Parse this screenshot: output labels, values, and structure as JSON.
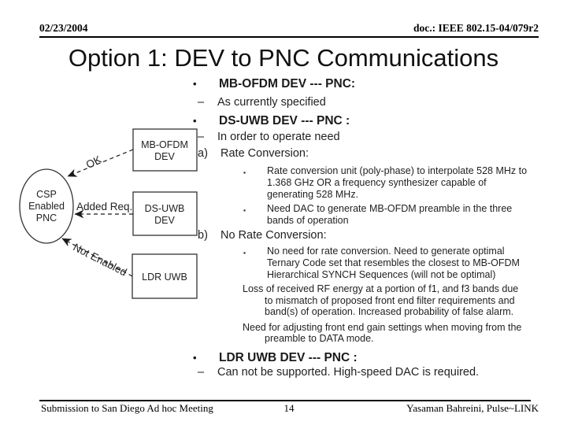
{
  "header": {
    "date": "02/23/2004",
    "doc": "doc.: IEEE 802.15-04/079r2"
  },
  "title": "Option 1: DEV to PNC Communications",
  "diagram": {
    "ellipse": {
      "lines": [
        "CSP",
        "Enabled",
        "PNC"
      ]
    },
    "boxes": [
      {
        "lines": [
          "MB-OFDM",
          "DEV"
        ]
      },
      {
        "lines": [
          "DS-UWB",
          "DEV"
        ]
      },
      {
        "lines": [
          "LDR UWB"
        ]
      }
    ],
    "arrow_labels": [
      "OK",
      "Added Req.",
      "Not Enabled"
    ]
  },
  "content": {
    "items": [
      {
        "marker": "•",
        "text": "MB-OFDM DEV --- PNC:"
      },
      {
        "marker": "–",
        "text": "As currently specified"
      },
      {
        "marker": "•",
        "text": "DS-UWB DEV --- PNC :"
      },
      {
        "marker": "–",
        "text": "In order to operate need"
      },
      {
        "marker": "a)",
        "text": "Rate Conversion:"
      },
      {
        "marker": "▪",
        "text": "Rate conversion unit (poly-phase) to interpolate 528 MHz to\n1.368 GHz OR a frequency synthesizer capable of\ngenerating 528 MHz."
      },
      {
        "marker": "▪",
        "text": "Need DAC to generate MB-OFDM preamble in the three\nbands of operation"
      },
      {
        "marker": "b)",
        "text": "No Rate Conversion:"
      },
      {
        "marker": "▪",
        "text": "No need for rate conversion. Need to generate optimal\nTernary Code set that resembles the closest to MB-OFDM\nHierarchical SYNCH Sequences (will not be optimal)"
      },
      {
        "marker": "",
        "text": "Loss of received RF energy at a portion of f1, and f3 bands due\nto mismatch of proposed front end filter requirements and\nband(s) of operation. Increased probability of false alarm."
      },
      {
        "marker": "",
        "text": "Need for adjusting front end gain settings when moving from the\npreamble to DATA mode."
      },
      {
        "marker": "•",
        "text": "LDR UWB DEV --- PNC :"
      },
      {
        "marker": "–",
        "text": "Can not be supported. High-speed DAC is required."
      }
    ]
  },
  "footer": {
    "left": "Submission to San Diego Ad hoc Meeting",
    "page": "14",
    "right": "Yasaman Bahreini, Pulse~LINK"
  },
  "colors": {
    "text": "#1f1f1f",
    "rule": "#000000",
    "background": "#ffffff"
  }
}
